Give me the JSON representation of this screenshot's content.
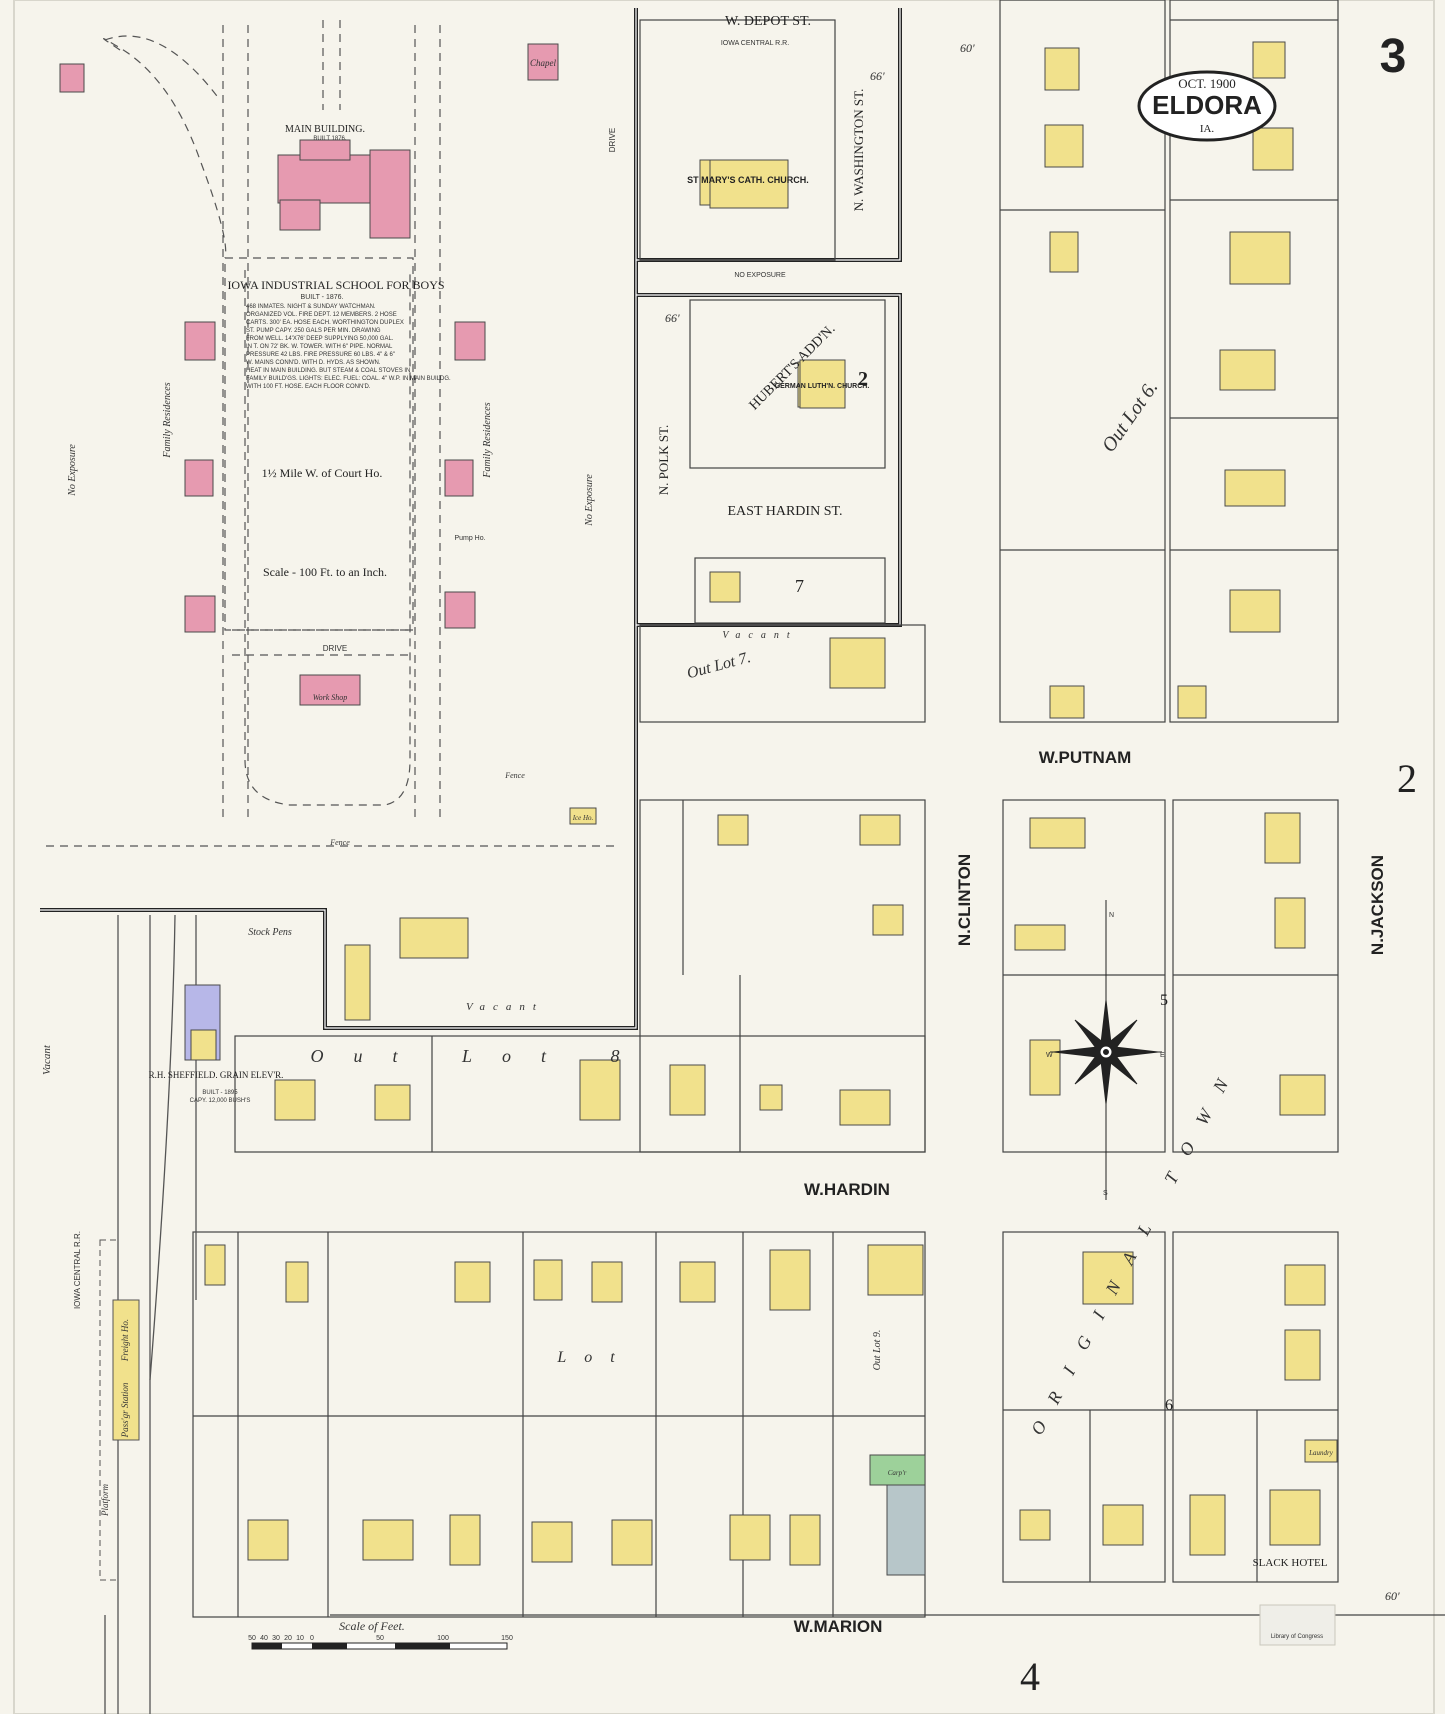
{
  "header": {
    "date": "OCT. 1900",
    "city": "ELDORA",
    "state": "IA.",
    "sheet_number": "3",
    "adjoining_right": "2",
    "adjoining_bottom": "4"
  },
  "streets": {
    "w_depot": "W. DEPOT ST.",
    "iowa_central": "IOWA CENTRAL R.R.",
    "n_washington": "N. WASHINGTON ST.",
    "n_polk": "N. POLK ST.",
    "east_hardin": "EAST HARDIN ST.",
    "w_putnam": "W.PUTNAM",
    "n_clinton": "N.CLINTON",
    "n_jackson": "N.JACKSON",
    "w_hardin": "W.HARDIN",
    "w_marion": "W.MARION",
    "drive": "DRIVE"
  },
  "institution": {
    "main_building": "MAIN BUILDING.",
    "built_main": "BUILT 1876.",
    "name": "IOWA INDUSTRIAL SCHOOL FOR BOYS",
    "built": "BUILT - 1876.",
    "details": [
      "468 INMATES. NIGHT & SUNDAY WATCHMAN.",
      "ORGANIZED VOL. FIRE DEPT. 12 MEMBERS. 2 HOSE",
      "CARTS. 300' EA. HOSE EACH. WORTHINGTON DUPLEX",
      "ST. PUMP CAPY. 250 GALS PER MIN. DRAWING",
      "FROM WELL. 14'X76' DEEP SUPPLYING 50,000 GAL.",
      "IN T. ON 72' BK. W. TOWER. WITH 6\" PIPE. NORMAL",
      "PRESSURE 42 LBS. FIRE PRESSURE 60 LBS. 4\" & 6\"",
      "W. MAINS CONN'D. WITH D. HYDS. AS SHOWN.",
      "HEAT IN MAIN BUILDING. BUT STEAM & COAL STOVES IN",
      "FAMILY BUILD'GS. LIGHTS: ELEC. FUEL: COAL. 4\" W.P. IN MAIN BUILDG.",
      "WITH 100 FT. HOSE. EACH FLOOR CONN'D."
    ],
    "distance": "1½ Mile W. of Court Ho.",
    "scale": "Scale - 100 Ft. to an Inch.",
    "family_residences": "Family Residences",
    "no_exposure": "No Exposure",
    "chapel": "Chapel",
    "work_shop": "Work Shop",
    "pump_ho": "Pump Ho.",
    "fence": "Fence",
    "ice_ho": "Ice Ho."
  },
  "churches": {
    "st_marys": "ST MARY'S CATH. CHURCH.",
    "german_luth": "GERMAN LUTH'N. CHURCH.",
    "huberts_addn": "HUBERT'S ADD'N.",
    "no_exposure": "NO EXPOSURE"
  },
  "out_lots": {
    "ol6": "Out Lot 6.",
    "ol7": "Out Lot 7.",
    "ol8": "Out Lot 8",
    "ol9": "Out Lot 9.",
    "orig_town": "ORIGINAL TOWN",
    "vacant": "Vacant",
    "lot_word": "Lot"
  },
  "lower_left": {
    "grain_elevator": "R.H. SHEFFIELD. GRAIN ELEV'R.",
    "elev_built": "BUILT - 1895",
    "elev_capy": "CAPY. 12,000 BUSH'S",
    "stock_pens": "Stock Pens",
    "freight_ho": "Freight Ho.",
    "passgr_station": "Pass'gr Station",
    "platform": "Platform"
  },
  "buildings": {
    "slack_hotel": "SLACK HOTEL",
    "laundry": "Laundry",
    "carpt": "Carp'r"
  },
  "scale_bar": {
    "label": "Scale of Feet.",
    "ticks": [
      "50",
      "40",
      "30",
      "20",
      "10",
      "0",
      "50",
      "100",
      "150"
    ]
  },
  "compass": {
    "n": "N",
    "s": "S",
    "e": "E",
    "w": "W"
  },
  "numbers": {
    "block_2": "2",
    "block_5": "5",
    "block_6": "6",
    "block_7": "7",
    "dim_60": "60'",
    "dim_66": "66'"
  },
  "stamp": "Library of Congress",
  "colors": {
    "paper": "#f6f4ec",
    "frame": "#d4d2c8",
    "dwelling_yellow": "#f1e18c",
    "brick_pink": "#e69ab0",
    "outline": "#4a4a4a",
    "thick_boundary": "#222222"
  }
}
